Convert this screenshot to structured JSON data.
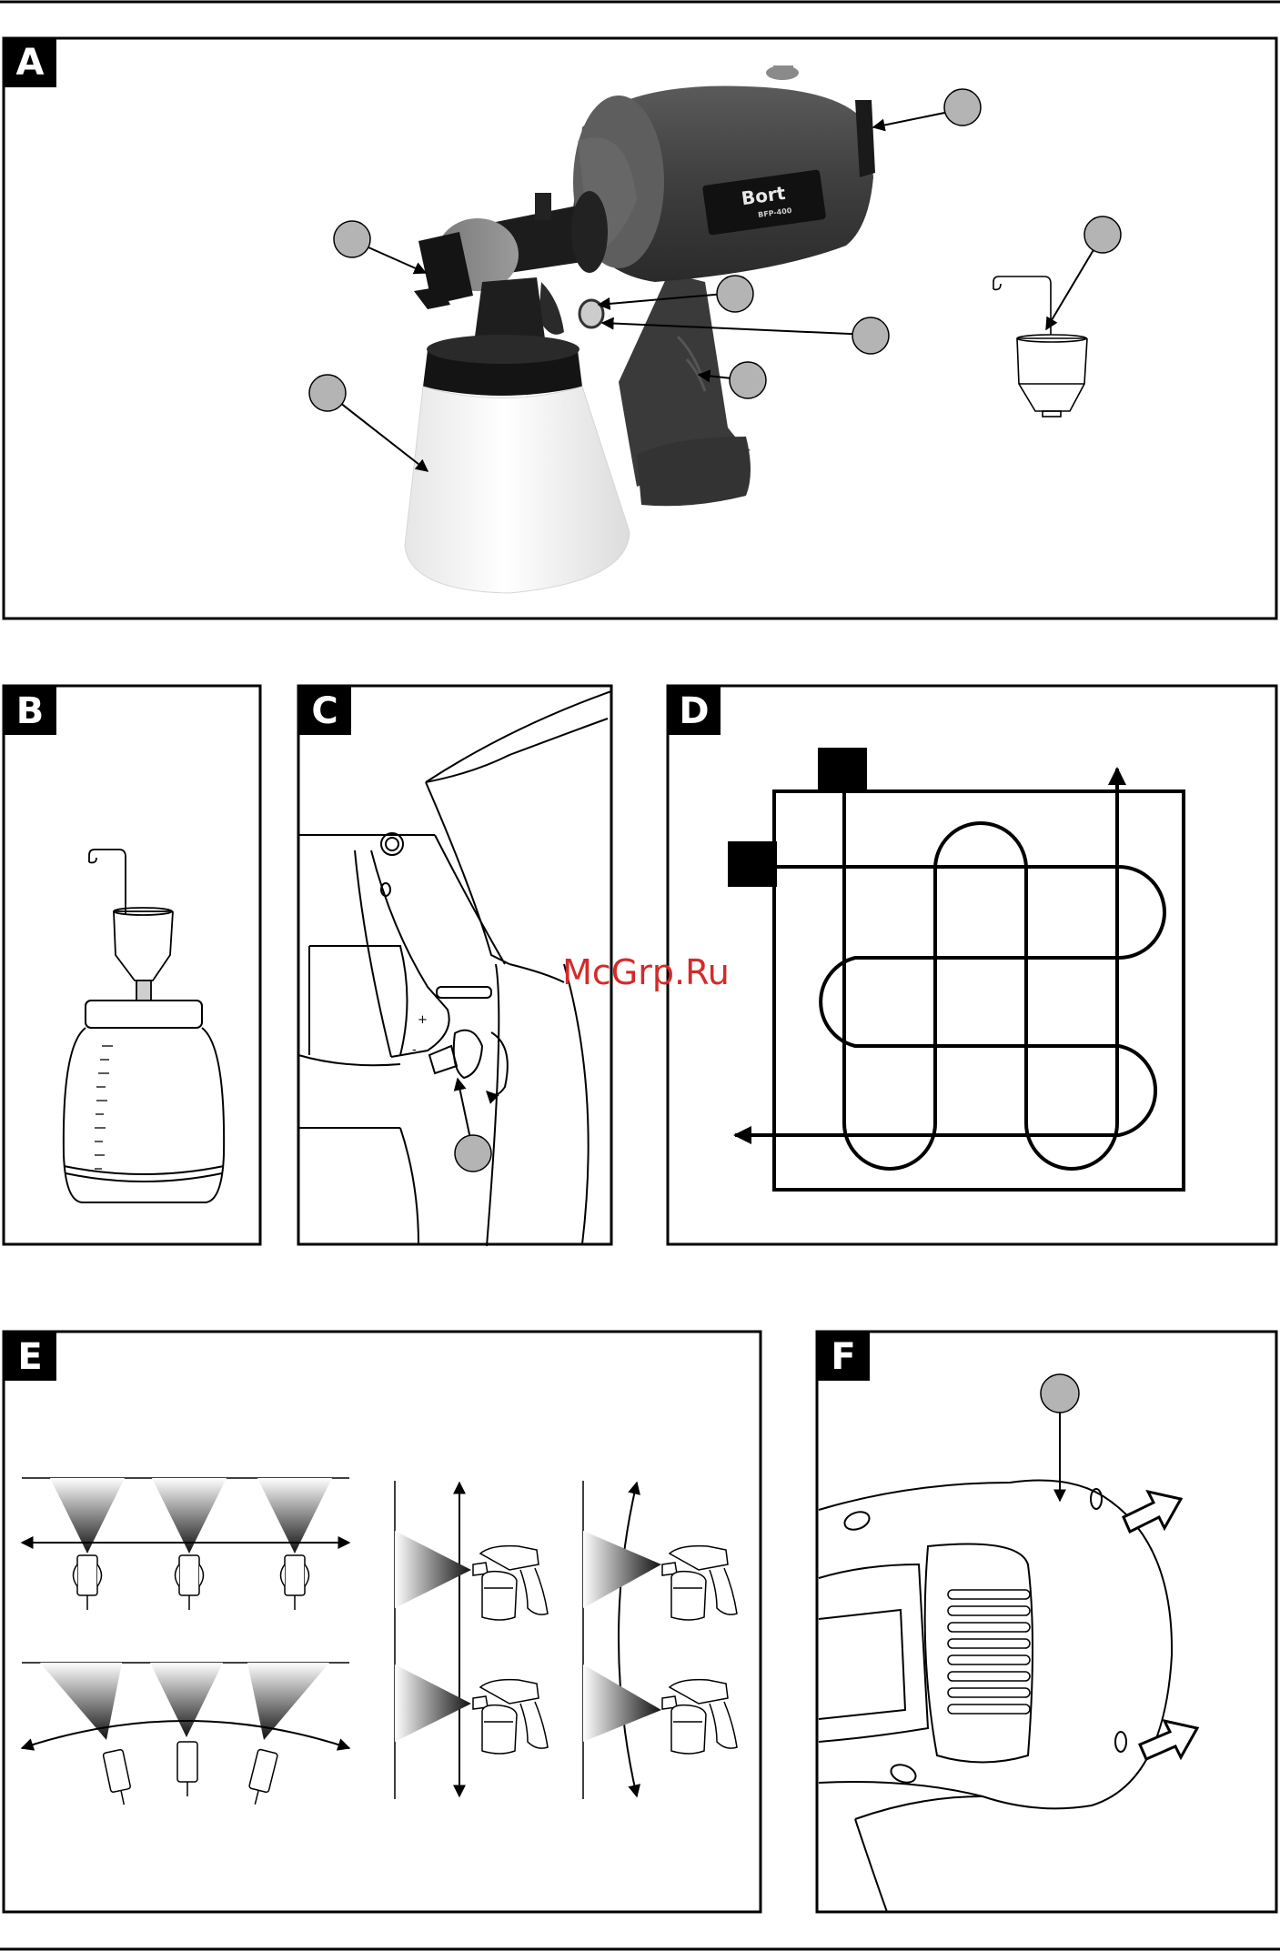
{
  "panels": {
    "a": {
      "label": "A"
    },
    "b": {
      "label": "B"
    },
    "c": {
      "label": "C"
    },
    "d": {
      "label": "D"
    },
    "e": {
      "label": "E"
    },
    "f": {
      "label": "F"
    }
  },
  "device": {
    "brand": "Bort",
    "model": "BFP-400"
  },
  "watermark": "McGrp.Ru",
  "colors": {
    "ink": "#000000",
    "callout": "#b4b4b4",
    "motor_body": "#4a4a4a",
    "container": "#f4f4f4",
    "watermark": "#d42a2a"
  }
}
